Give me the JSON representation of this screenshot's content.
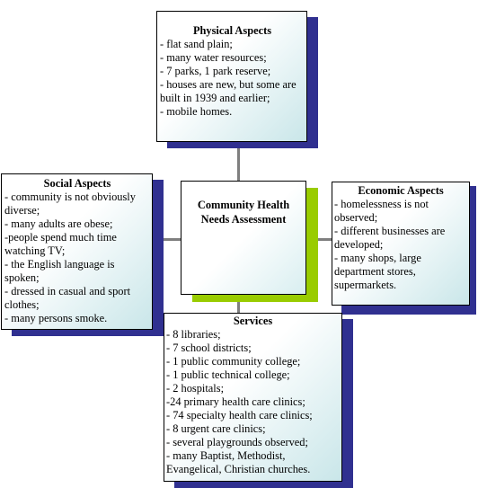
{
  "physical": {
    "title": "Physical Aspects",
    "items": [
      "- flat sand plain;",
      "- many water resources;",
      "- 7 parks, 1 park reserve;",
      "- houses are new, but some are built in 1939 and earlier;",
      "- mobile homes."
    ]
  },
  "center": {
    "title": "Community Health Needs Assessment"
  },
  "social": {
    "title": "Social Aspects",
    "items": [
      "- community is not obviously diverse;",
      "- many adults are obese;",
      "-people spend much time watching TV;",
      "- the English language is spoken;",
      "- dressed in casual and sport clothes;",
      "- many persons smoke."
    ]
  },
  "economic": {
    "title": "Economic Aspects",
    "items": [
      "- homelessness is not observed;",
      "- different businesses are developed;",
      "- many shops, large department stores, supermarkets."
    ]
  },
  "services": {
    "title": "Services",
    "items": [
      "- 8 libraries;",
      "- 7 school districts;",
      "- 1 public community college;",
      "- 1 public technical college;",
      "- 2 hospitals;",
      "-24 primary health care clinics;",
      "- 74 specialty health care clinics;",
      "- 8 urgent care clinics;",
      "- several playgrounds observed;",
      "- many Baptist, Methodist, Evangelical, Christian churches."
    ]
  },
  "colors": {
    "shadow": "#303090",
    "center_shadow": "#99cc00",
    "connector": "#7f7f7f"
  }
}
